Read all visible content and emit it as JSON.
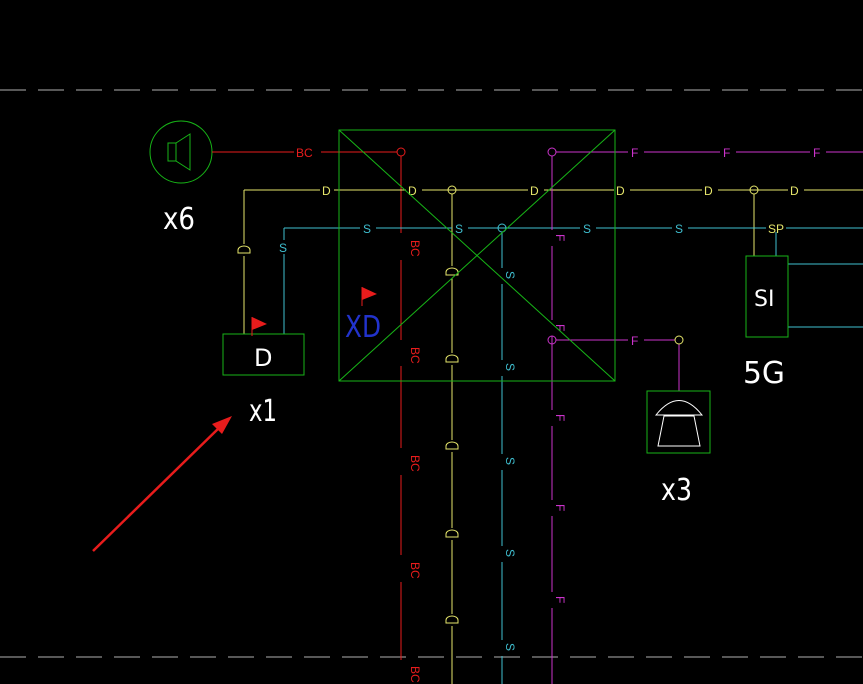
{
  "colors": {
    "background": "#000000",
    "green": "#17b417",
    "red": "#e81c1c",
    "yellow": "#e6e66b",
    "cyan": "#3fbfd0",
    "magenta": "#cc33cc",
    "white": "#ffffff",
    "blue": "#2233cc",
    "grey": "#b0b0b0"
  },
  "line_labels": {
    "bc": "BC",
    "d": "D",
    "s": "S",
    "f": "F",
    "sp": "SP"
  },
  "devices": {
    "speaker": {
      "name": "x6"
    },
    "data_outlet": {
      "symbol": "D",
      "name": "x1"
    },
    "distribution_box": {
      "name": "XD"
    },
    "phone": {
      "name": "x3"
    },
    "switch_box": {
      "symbol": "SI",
      "name": "5G"
    }
  }
}
